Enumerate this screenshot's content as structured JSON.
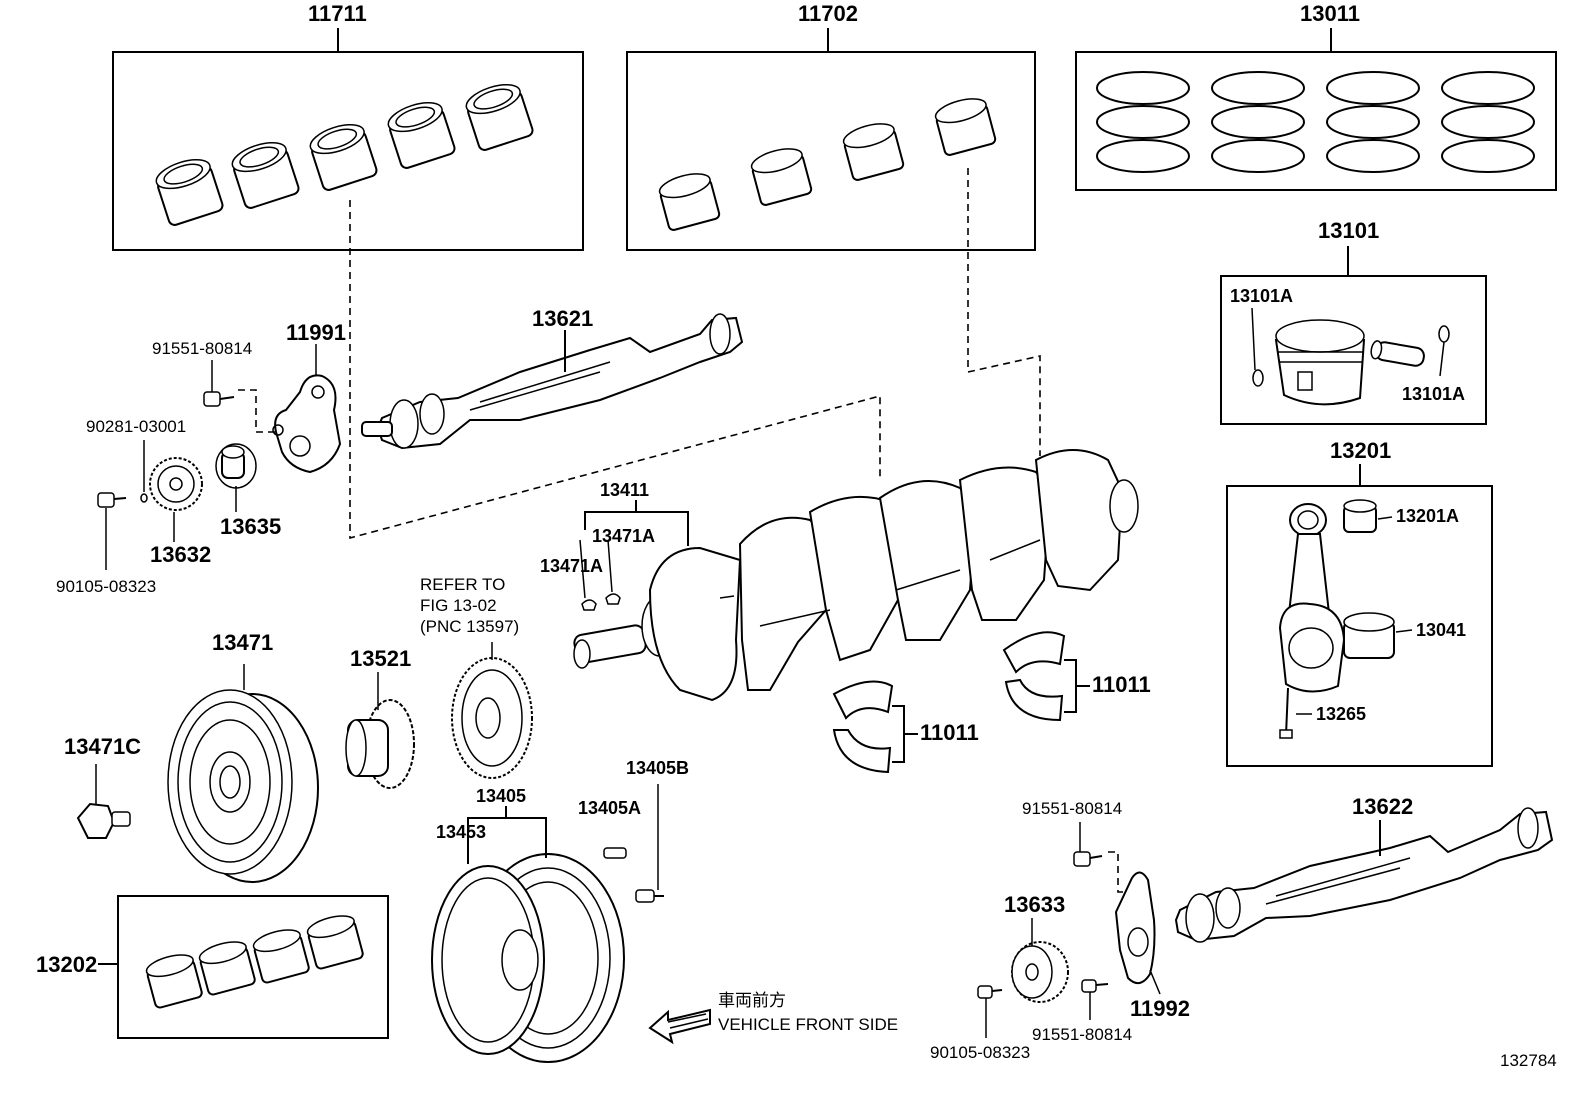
{
  "diagram": {
    "labels": {
      "p11711": "11711",
      "p11702": "11702",
      "p13011": "13011",
      "p13101": "13101",
      "p13101A_a": "13101A",
      "p13101A_b": "13101A",
      "p13201": "13201",
      "p13201A": "13201A",
      "p13041": "13041",
      "p13265": "13265",
      "p91551_a": "91551-80814",
      "p11991": "11991",
      "p13621": "13621",
      "p90281": "90281-03001",
      "p13635": "13635",
      "p13632": "13632",
      "p90105_a": "90105-08323",
      "p13411": "13411",
      "p13471A_a": "13471A",
      "p13471A_b": "13471A",
      "refer1": "REFER TO",
      "refer2": "FIG 13-02",
      "refer3": "(PNC 13597)",
      "p13471": "13471",
      "p13521": "13521",
      "p13471C": "13471C",
      "p11011_a": "11011",
      "p11011_b": "11011",
      "p13405B": "13405B",
      "p13405": "13405",
      "p13405A": "13405A",
      "p13453": "13453",
      "p91551_b": "91551-80814",
      "p13622": "13622",
      "p13633": "13633",
      "p13202": "13202",
      "p11992": "11992",
      "p91551_c": "91551-80814",
      "p90105_b": "90105-08323",
      "dir_jp": "車両前方",
      "dir_en": "VEHICLE FRONT SIDE",
      "fig_no": "132784"
    }
  }
}
